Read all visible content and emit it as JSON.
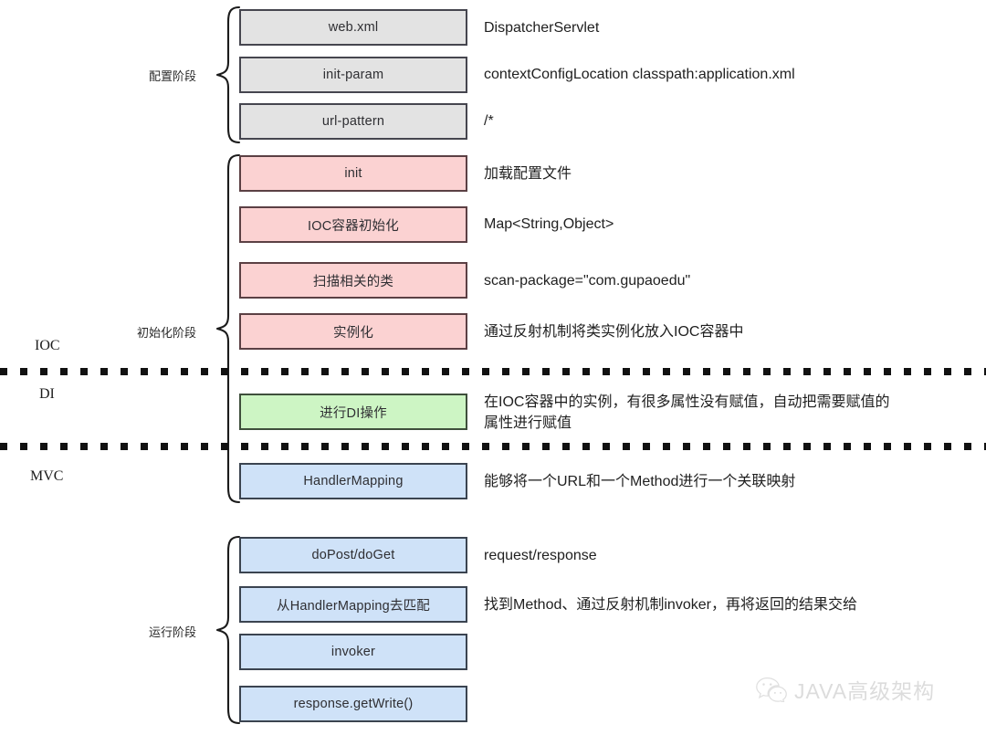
{
  "diagram": {
    "title": "Spring MVC IOC/DI/MVC flow",
    "colors": {
      "gray": "#e3e3e3",
      "pink": "#fbd2d2",
      "green": "#cdf5c4",
      "blue": "#cfe2f8",
      "border": "#3b3b47",
      "text": "#2f2f33"
    }
  },
  "sections": [
    {
      "label": "IOC"
    },
    {
      "label": "DI"
    },
    {
      "label": "MVC"
    }
  ],
  "stages": [
    {
      "label": "配置阶段"
    },
    {
      "label": "初始化阶段"
    },
    {
      "label": "运行阶段"
    }
  ],
  "steps": [
    {
      "box": "web.xml",
      "note": "DispatcherServlet"
    },
    {
      "box": "init-param",
      "note": "contextConfigLocation  classpath:application.xml"
    },
    {
      "box": "url-pattern",
      "note": "/*"
    },
    {
      "box": "init",
      "note": "加载配置文件"
    },
    {
      "box": "IOC容器初始化",
      "note": "Map<String,Object>"
    },
    {
      "box": "扫描相关的类",
      "note": "scan-package=\"com.gupaoedu\""
    },
    {
      "box": "实例化",
      "note": "通过反射机制将类实例化放入IOC容器中"
    },
    {
      "box": "进行DI操作",
      "note": "在IOC容器中的实例，有很多属性没有赋值，自动把需要赋值的\n属性进行赋值"
    },
    {
      "box": "HandlerMapping",
      "note": "能够将一个URL和一个Method进行一个关联映射"
    },
    {
      "box": "doPost/doGet",
      "note": "request/response"
    },
    {
      "box": "从HandlerMapping去匹配",
      "note": "找到Method、通过反射机制invoker，再将返回的结果交给"
    },
    {
      "box": "invoker",
      "note": ""
    },
    {
      "box": "response.getWrite()",
      "note": ""
    }
  ],
  "watermark": {
    "text": "JAVA高级架构",
    "icon": "wechat-icon"
  }
}
